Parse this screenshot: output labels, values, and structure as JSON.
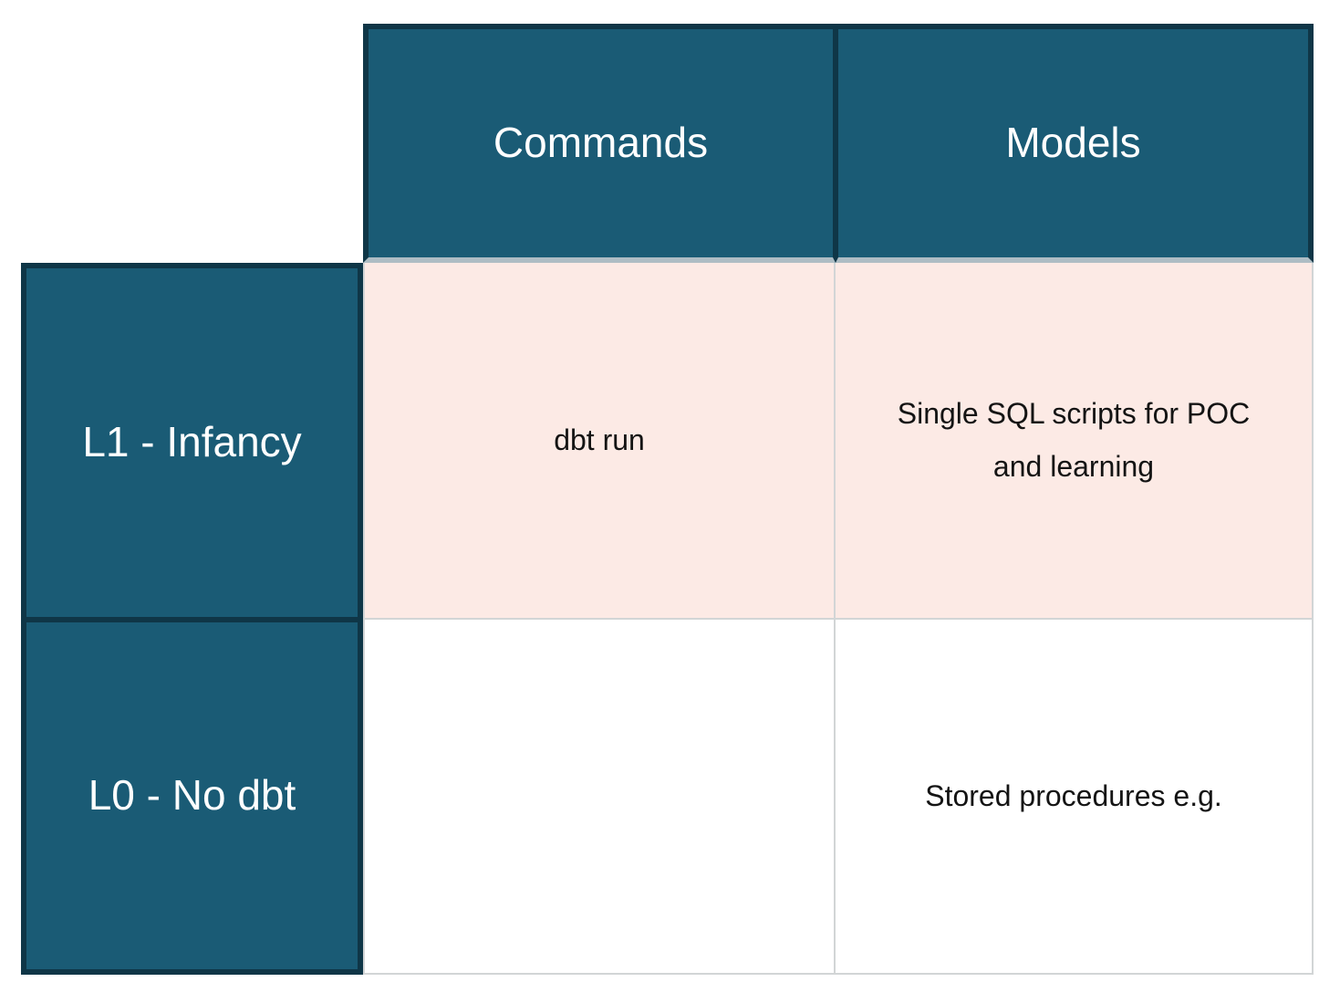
{
  "matrix": {
    "column_headers": [
      {
        "id": "commands",
        "label": "Commands"
      },
      {
        "id": "models",
        "label": "Models"
      }
    ],
    "rows": [
      {
        "id": "l1",
        "label": "L1 - Infancy",
        "highlighted": true,
        "cells": {
          "commands": "dbt run",
          "models": "Single SQL scripts for POC\nand learning"
        }
      },
      {
        "id": "l0",
        "label": "L0 - No dbt",
        "highlighted": false,
        "cells": {
          "commands": "",
          "models": "Stored procedures e.g."
        }
      }
    ]
  },
  "colors": {
    "header_bg": "#1a5b75",
    "header_border": "#0f3647",
    "highlight_row_bg": "#fceae5",
    "default_cell_bg": "#ffffff",
    "grid_line": "#d2d5d6",
    "header_text": "#ffffff",
    "cell_text": "#141414"
  }
}
